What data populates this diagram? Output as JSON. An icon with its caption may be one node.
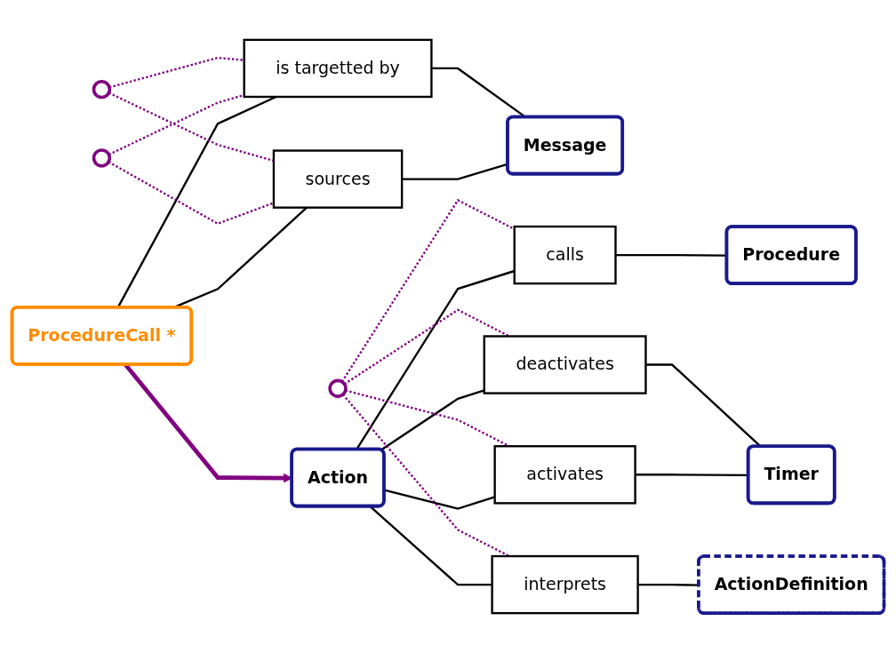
{
  "diagram": {
    "nodes": [
      {
        "text": [
          "Action"
        ]
      },
      {
        "text": [
          "ProcedureCall *"
        ]
      },
      {
        "text": [
          "Message"
        ]
      },
      {
        "text": [
          "Procedure"
        ]
      },
      {
        "text": [
          "Timer"
        ]
      },
      {
        "text": [
          "ActionDefinition"
        ]
      },
      {
        "text": [
          "calls"
        ]
      },
      {
        "text": [
          "activates"
        ]
      },
      {
        "text": [
          "deactivates"
        ]
      },
      {
        "text": [
          "interprets"
        ]
      },
      {
        "text": [
          "sources"
        ]
      },
      {
        "text": [
          "is targetted by"
        ]
      },
      {
        "text": [],
        "shape": "circle"
      },
      {
        "text": [],
        "shape": "circle"
      },
      {
        "text": [],
        "shape": "circle"
      }
    ],
    "edges": [
      {
        "from": 1,
        "to": 0,
        "arrow": "to",
        "style": "thick",
        "color": "#800080"
      },
      {
        "from": 0,
        "to": 6,
        "arrow": "none"
      },
      {
        "from": 6,
        "to": 3,
        "arrow": "none"
      },
      {
        "from": 0,
        "to": 7,
        "arrow": "none"
      },
      {
        "from": 7,
        "to": 4,
        "arrow": "none"
      },
      {
        "from": 0,
        "to": 8,
        "arrow": "none"
      },
      {
        "from": 8,
        "to": 4,
        "arrow": "none"
      },
      {
        "from": 0,
        "to": 9,
        "arrow": "none"
      },
      {
        "from": 9,
        "to": 5,
        "arrow": "none"
      },
      {
        "from": 12,
        "to": 6,
        "arrow": "none",
        "style": "dashed",
        "color": "#800080"
      },
      {
        "from": 12,
        "to": 7,
        "arrow": "none",
        "style": "dashed",
        "color": "#800080"
      },
      {
        "from": 12,
        "to": 8,
        "arrow": "none",
        "style": "dashed",
        "color": "#800080"
      },
      {
        "from": 12,
        "to": 9,
        "arrow": "none",
        "style": "dashed",
        "color": "#800080"
      },
      {
        "from": 1,
        "to": 10,
        "arrow": "none"
      },
      {
        "from": 10,
        "to": 2,
        "arrow": "none"
      },
      {
        "from": 1,
        "to": 11,
        "arrow": "none"
      },
      {
        "from": 11,
        "to": 2,
        "arrow": "none"
      },
      {
        "from": 13,
        "to": 10,
        "arrow": "none",
        "style": "dashed",
        "color": "#800080"
      },
      {
        "from": 13,
        "to": 11,
        "arrow": "none",
        "style": "dashed",
        "color": "#800080"
      },
      {
        "from": 14,
        "to": 10,
        "arrow": "none",
        "style": "dashed",
        "color": "#800080"
      },
      {
        "from": 14,
        "to": 11,
        "arrow": "none",
        "style": "dashed",
        "color": "#800080"
      }
    ]
  }
}
